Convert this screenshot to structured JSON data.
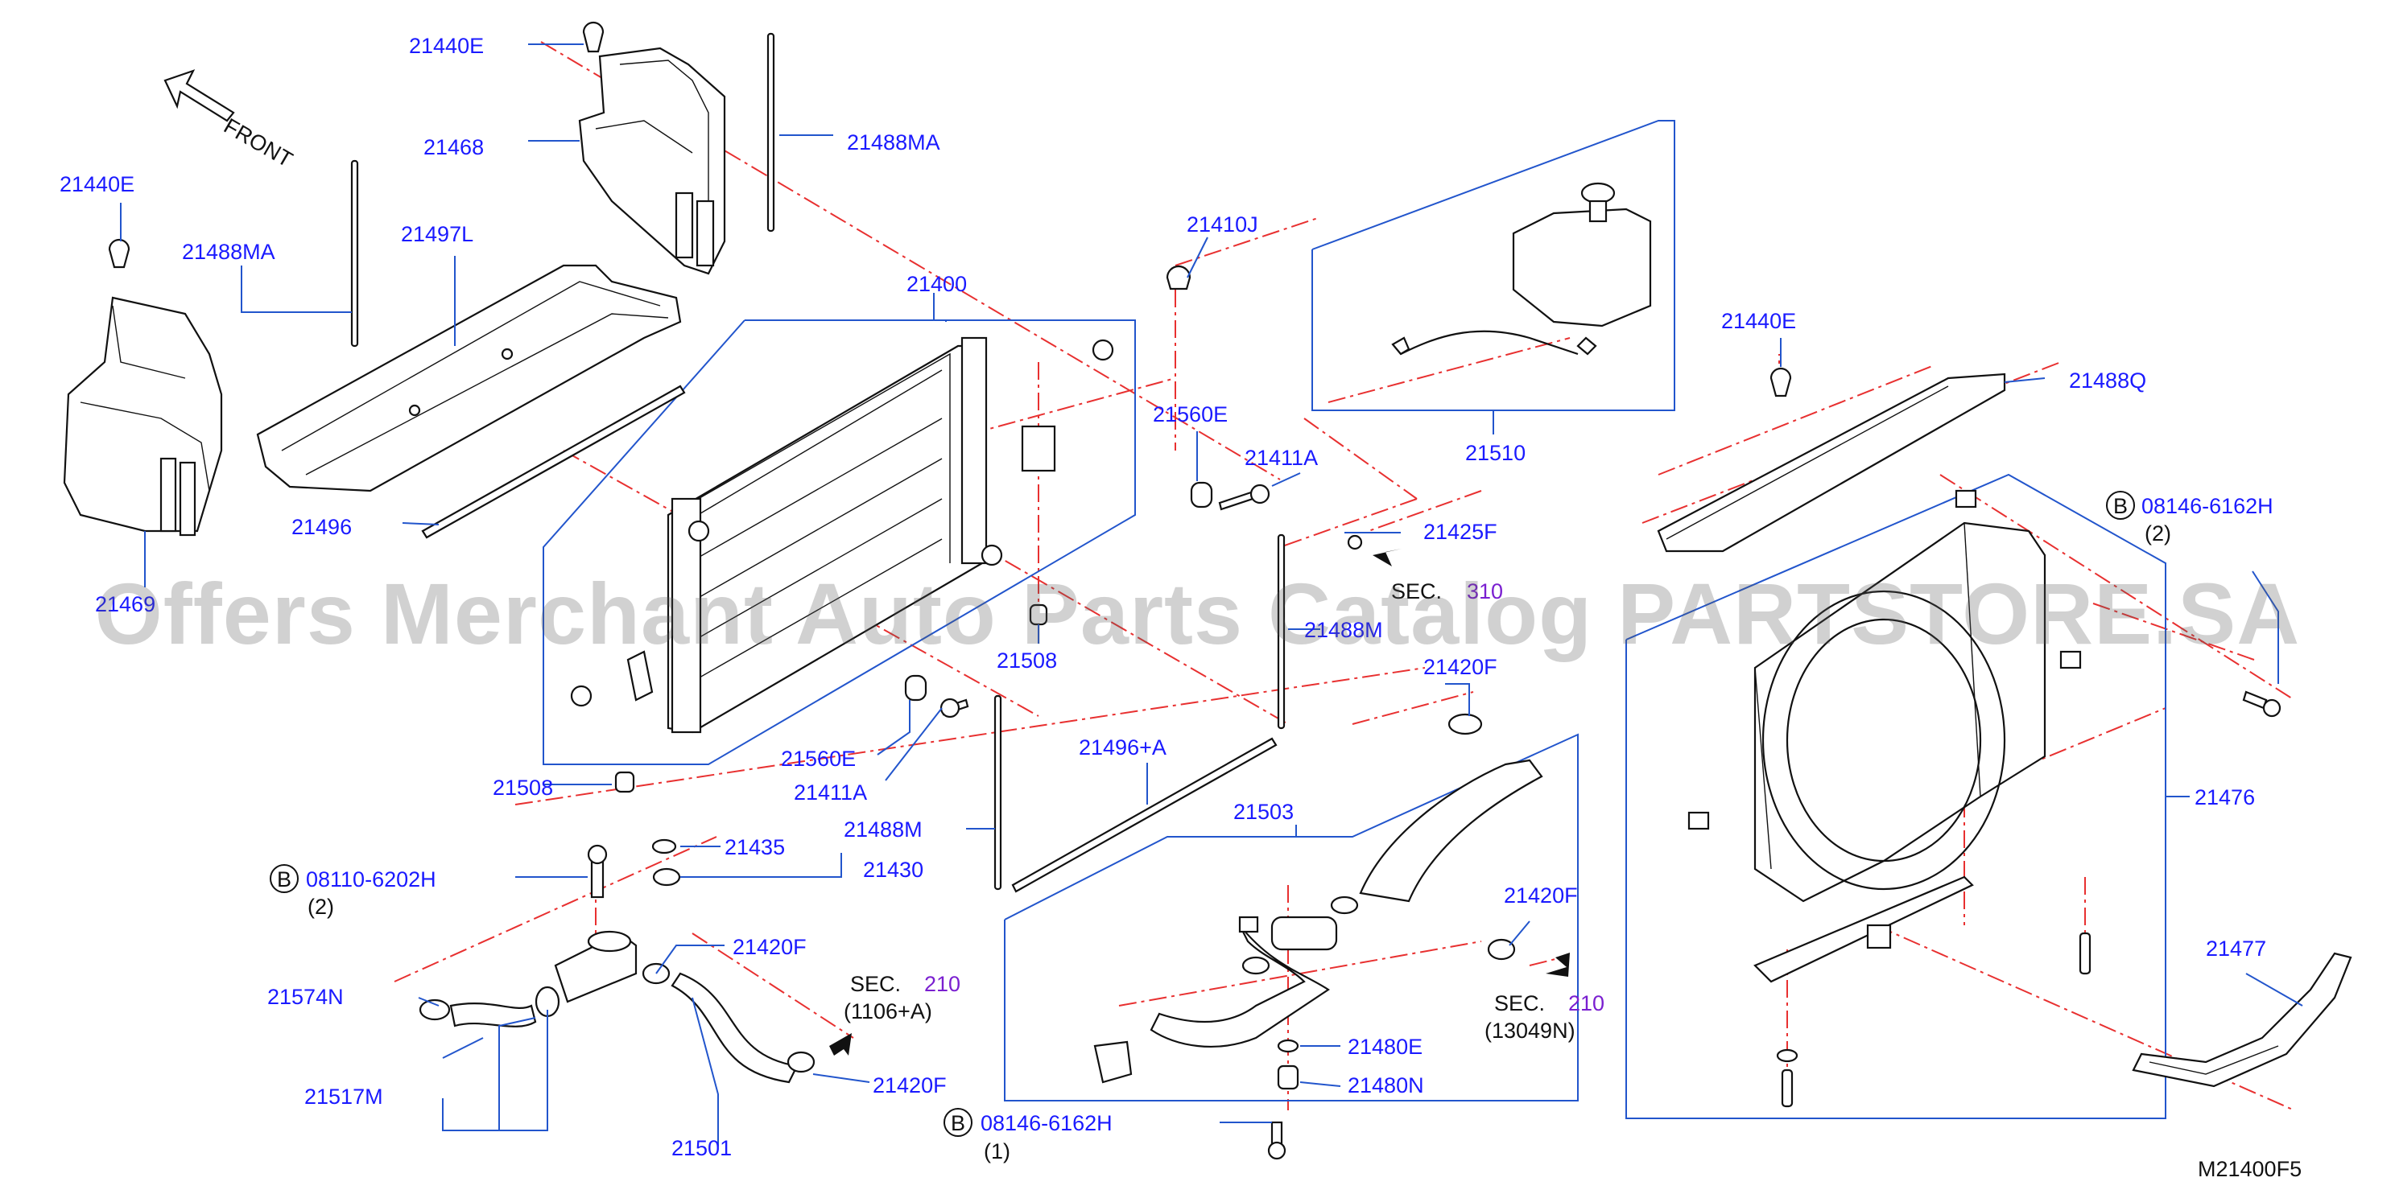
{
  "diagram_code": "M21400F5",
  "watermark": "Offers Merchant Auto Parts Catalog PARTSTORE.SA",
  "front_label": "FRONT",
  "labels": {
    "l_21440E_a": "21440E",
    "l_21468": "21468",
    "l_21488MA_a": "21488MA",
    "l_21440E_b": "21440E",
    "l_21488MA_b": "21488MA",
    "l_21497L": "21497L",
    "l_21469": "21469",
    "l_21400": "21400",
    "l_21410J": "21410J",
    "l_21510": "21510",
    "l_21440E_c": "21440E",
    "l_21488Q": "21488Q",
    "l_21560E_a": "21560E",
    "l_21411A_a": "21411A",
    "l_21496": "21496",
    "l_21425F": "21425F",
    "l_21488M_b": "21488M",
    "l_21508_a": "21508",
    "l_21420F_a": "21420F",
    "l_21560E_b": "21560E",
    "l_21411A_b": "21411A",
    "l_21508_b": "21508",
    "l_21496A": "21496+A",
    "l_21503": "21503",
    "l_21488M": "21488M",
    "l_21435": "21435",
    "l_21430": "21430",
    "l_21420F_b": "21420F",
    "l_21420F_c": "21420F",
    "l_21574N": "21574N",
    "l_21517M": "21517M",
    "l_21420F_d": "21420F",
    "l_21501": "21501",
    "l_21480E": "21480E",
    "l_21480N": "21480N",
    "l_21476": "21476",
    "l_21477": "21477"
  },
  "bolts": {
    "b1_code": "08110-6202H",
    "b1_qty": "(2)",
    "b2_code": "08146-6162H",
    "b2_qty": "(2)",
    "b3_code": "08146-6162H",
    "b3_qty": "(1)",
    "badge": "B"
  },
  "sections": {
    "s310_prefix": "SEC.",
    "s310_num": "310",
    "s210a_prefix": "SEC.",
    "s210a_num": "210",
    "s210a_ref": "(1106+A)",
    "s210b_prefix": "SEC.",
    "s210b_num": "210",
    "s210b_ref": "(13049N)"
  },
  "colors": {
    "label": "#1a1aff",
    "leader": "#2255cc",
    "centerline": "#e83030",
    "section_num": "#7a1fd0",
    "part_outline": "#111111"
  }
}
